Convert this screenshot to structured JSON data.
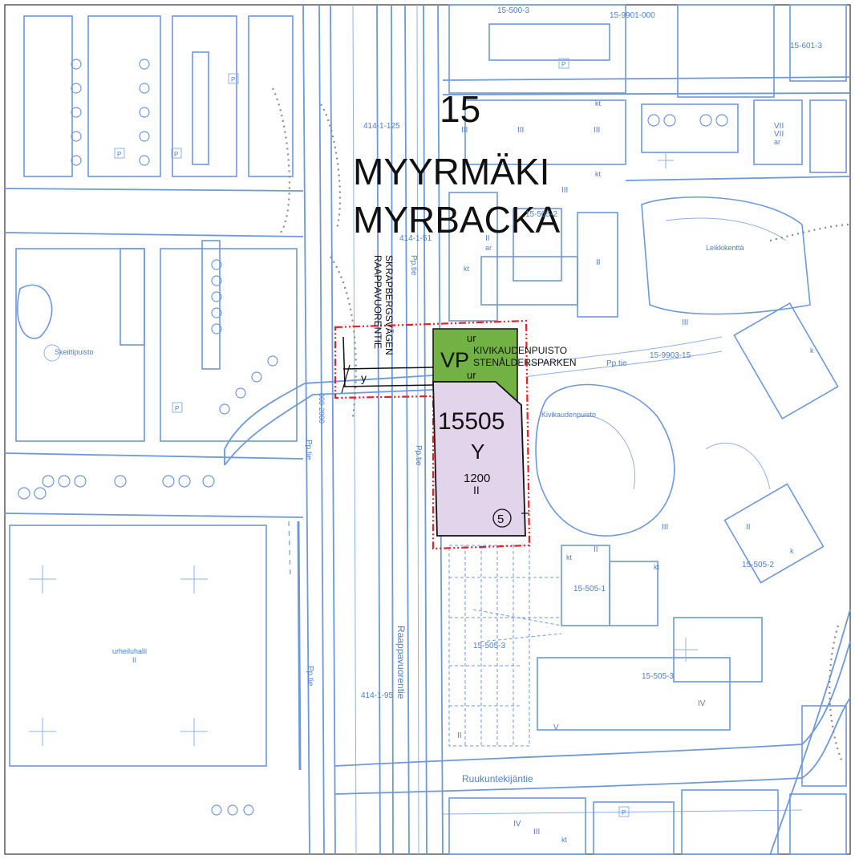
{
  "area": {
    "number": "15",
    "name_fi": "MYYRMÄKI",
    "name_sv": "MYRBACKA"
  },
  "plan": {
    "block_number": "15505",
    "block_use": "Y",
    "floor_area": "1200",
    "floors": "II",
    "circle_mark": "5",
    "park_code": "VP",
    "park_name_fi": "KIVIKAUDENPUISTO",
    "park_name_sv": "STENÅLDERSPARKEN",
    "ur_top": "ur",
    "ur_bottom": "ur",
    "road_y": "y",
    "colors": {
      "boundary": "#e8202a",
      "park_fill": "#72b244",
      "block_fill": "#e2d4ea",
      "basemap": "#6e98dc"
    }
  },
  "streets": {
    "raappavuorentie_vertical_fi": "RAAPPAVUORENTIE",
    "raappavuorentie_vertical_sv": "SKRAPBERGSVÄGEN",
    "raappavuorentie": "Raappavuorentie",
    "ruukuntekijantie": "Ruukuntekijäntie",
    "pp_tie_1": "Pp.tie",
    "pp_tie_2": "Pp.tie",
    "pp_tie_3": "Pp.tie",
    "pp_tie_4": "Pp.tie",
    "pp_tie_5": "Pp.tie"
  },
  "places": {
    "skeittipuisto": "Skeittipuisto",
    "leikkikentta": "Leikkikenttä",
    "kivikaudenpuisto": "Kivikaudenpuisto",
    "urheiluhalli": "urheiluhalli",
    "urheiluhalli_floors": "II"
  },
  "parcels": {
    "p15_500_3": "15-500-3",
    "p15_9901_000": "15-9901-000",
    "p15_601_3": "15-601-3",
    "p414_1_125": "414-1-125",
    "p414_1_51": "414-1-51",
    "p15_505_2a": "15-505-2",
    "p15_9903_15": "15-9903-15",
    "p15_505_1": "15-505-1",
    "p15_505_2b": "15-505-2",
    "p15_505_3a": "15-505-3",
    "p15_505_3b": "15-505-3",
    "p414_1_95": "414-1-95",
    "p000_2000": "000-2000"
  },
  "buildings": {
    "kt_1": "kt",
    "kt_2": "kt",
    "kt_3": "kt",
    "kt_4": "kt",
    "kt_5": "kt",
    "kt_6": "kt",
    "iii_1": "III",
    "iii_2": "III",
    "iii_3": "III",
    "iii_4": "III",
    "iii_5": "III",
    "iii_6": "III",
    "iii_7": "III",
    "ii_1": "II",
    "ii_2": "II",
    "ii_3": "II",
    "ii_4": "II",
    "ii_5": "II",
    "iv_1": "IV",
    "iv_2": "IV",
    "vii_1": "VII",
    "vii_2": "VII",
    "ar_1": "ar",
    "ar_2": "ar",
    "v_1": "V",
    "k_1": "k",
    "k_2": "k",
    "p_1": "P",
    "p_2": "P",
    "p_3": "P",
    "p_4": "P",
    "p_5": "P",
    "p_6": "P"
  }
}
